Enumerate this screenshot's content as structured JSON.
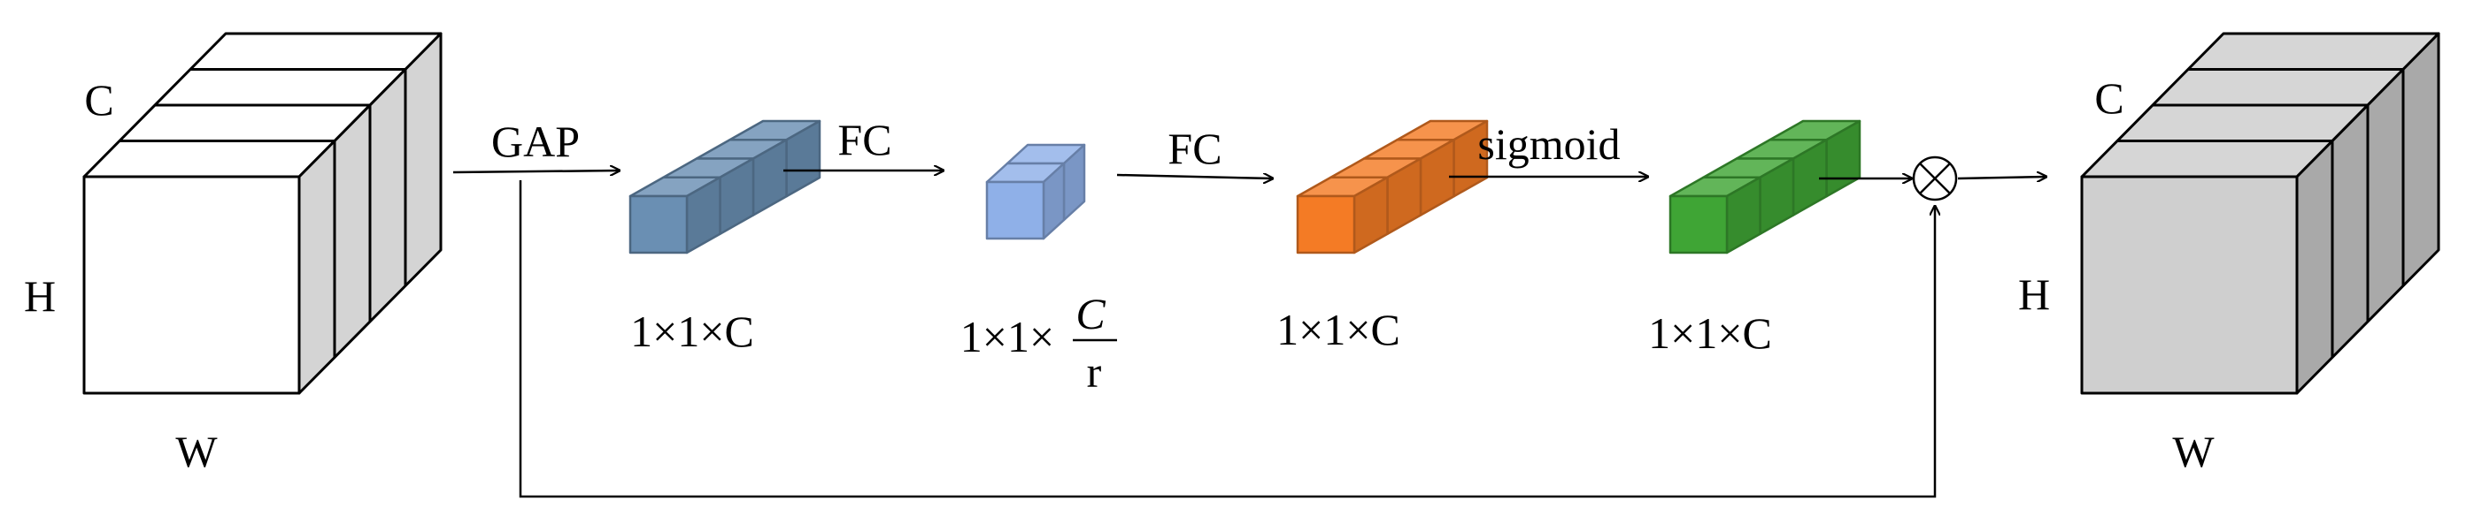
{
  "input_tensor": {
    "c_label": "C",
    "h_label": "H",
    "w_label": "W",
    "face_color": "#ffffff",
    "side_color": "#d4d4d4"
  },
  "output_tensor": {
    "c_label": "C",
    "h_label": "H",
    "w_label": "W",
    "face_color": "#cfcfcf",
    "side_color": "#a9a9a9",
    "top_color": "#d6d6d6"
  },
  "ops": {
    "gap": "GAP",
    "fc1": "FC",
    "fc2": "FC",
    "sigmoid": "sigmoid",
    "multiply_symbol": "⊗"
  },
  "blocks": {
    "gap_out": {
      "dims": "1×1×C",
      "color": "#6a8fb3"
    },
    "fc1_out": {
      "dims_prefix": "1×1×",
      "frac_num": "C",
      "frac_den": "r",
      "color": "#8fb0e8"
    },
    "fc2_out": {
      "dims": "1×1×C",
      "color": "#f47b25"
    },
    "sig_out": {
      "dims": "1×1×C",
      "color": "#3fa535"
    }
  }
}
